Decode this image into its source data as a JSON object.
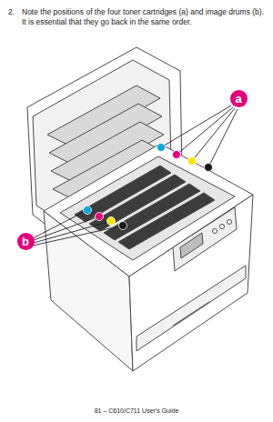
{
  "diagram": {
    "nodes": [
      {
        "text": [
          "a"
        ]
      },
      {
        "text": [
          "b"
        ]
      }
    ],
    "labels": [
      "2.",
      "Note the positions of the four toner cartridges (a) and image drums (b). It is essential that they go back in the same order.",
      "81 – C610/C711 User's Guide"
    ]
  }
}
